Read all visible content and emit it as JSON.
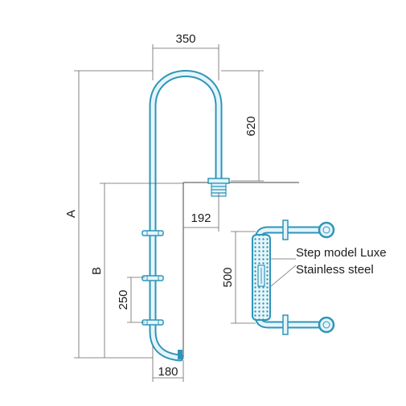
{
  "dimensions": {
    "top_width": "350",
    "top_height": "620",
    "overall_height": "A",
    "underwater_height": "B",
    "wall_offset": "192",
    "step_spacing": "250",
    "bottom_depth": "180",
    "step_width": "500"
  },
  "detail": {
    "model_label": "Step model Luxe",
    "material_label": "Stainless steel"
  },
  "colors": {
    "tube": "#2f95b8",
    "tube_highlight": "#e4f5fb",
    "dimension_line": "#666666",
    "text": "#1c1c1c"
  }
}
